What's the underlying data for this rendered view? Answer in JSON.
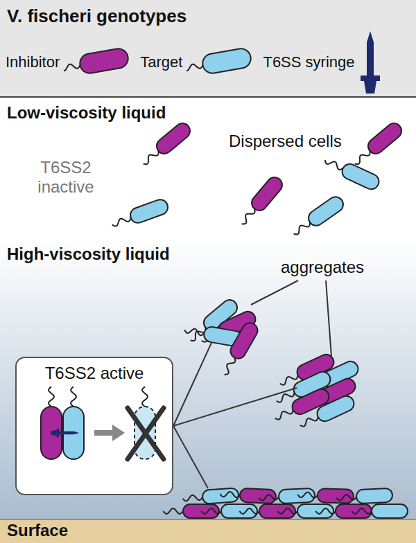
{
  "diagram": {
    "nodes": [
      {
        "text": [
          "V. fischeri genotypes"
        ]
      },
      {
        "text": [
          "Low-viscosity liquid"
        ]
      },
      {
        "text": [
          "High-viscosity liquid"
        ]
      },
      {
        "text": [
          "T6SS2 active"
        ],
        "in": 2
      },
      {
        "text": [
          "Surface"
        ]
      }
    ],
    "labels": [
      "Dispersed cells",
      "T6SS2 inactive",
      "aggregates"
    ],
    "legend": [
      {
        "text": "Inhibitor",
        "color": "#a8299c"
      },
      {
        "text": "Target",
        "color": "#8fd0ec"
      },
      {
        "text": "T6SS syringe"
      }
    ]
  }
}
